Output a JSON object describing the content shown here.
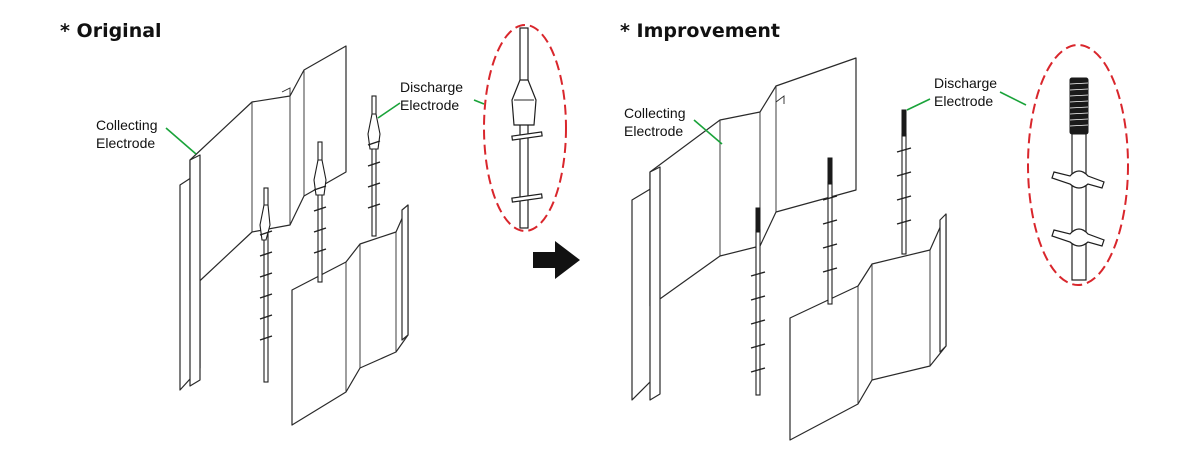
{
  "colors": {
    "leader": "#1aa33a",
    "highlight": "#d9262c",
    "line": "#2a2a2a",
    "arrow": "#111111"
  },
  "original": {
    "title": "* Original",
    "collecting_label": [
      "Collecting",
      "Electrode"
    ],
    "discharge_label": [
      "Discharge",
      "Electrode"
    ]
  },
  "improvement": {
    "title": "* Improvement",
    "collecting_label": [
      "Collecting",
      "Electrode"
    ],
    "discharge_label": [
      "Discharge",
      "Electrode"
    ]
  },
  "arrow_icon": "right-arrow-icon"
}
